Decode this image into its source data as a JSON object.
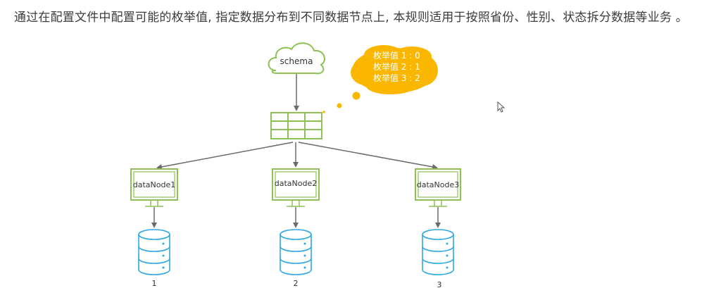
{
  "heading": "通过在配置文件中配置可能的枚举值, 指定数据分布到不同数据节点上, 本规则适用于按照省份、性别、状态拆分数据等业务 。",
  "diagram": {
    "schema_label": "schema",
    "bubble_lines": [
      "枚举值 1 : 0",
      "枚举值 2 : 1",
      "枚举值 3 : 2"
    ],
    "nodes": [
      {
        "label": "dataNode1",
        "db_label": "1"
      },
      {
        "label": "dataNode2",
        "db_label": "2"
      },
      {
        "label": "dataNode3",
        "db_label": "3"
      }
    ],
    "colors": {
      "green": "#8dc153",
      "orange": "#fbb700",
      "blue": "#2ea8e0",
      "arrow": "#6b6b6b"
    }
  }
}
